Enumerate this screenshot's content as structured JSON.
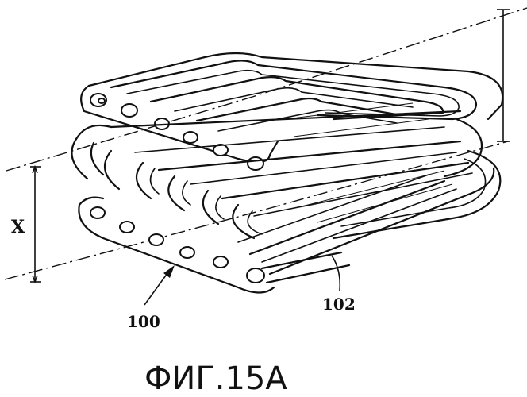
{
  "figure": {
    "caption": "ФИГ.15А",
    "labels": {
      "assembly_ref": "100",
      "tube_ref": "102",
      "dimension": "X"
    }
  }
}
